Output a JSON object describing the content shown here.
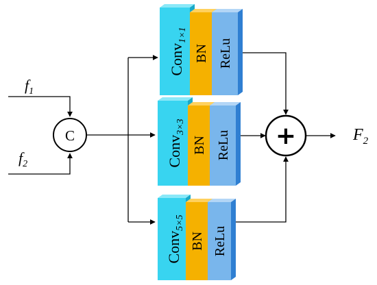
{
  "inputs": {
    "f1": {
      "base": "f",
      "sub": "1"
    },
    "f2": {
      "base": "f",
      "sub": "2"
    }
  },
  "concat_label": "C",
  "plus_symbol": "+",
  "output": {
    "base": "F",
    "sub": "2"
  },
  "branches": [
    {
      "conv_base": "Conv",
      "conv_sub": "1×1",
      "bn": "BN",
      "relu": "ReLu"
    },
    {
      "conv_base": "Conv",
      "conv_sub": "3×3",
      "bn": "BN",
      "relu": "ReLu"
    },
    {
      "conv_base": "Conv",
      "conv_sub": "5×5",
      "bn": "BN",
      "relu": "ReLu"
    }
  ],
  "colors": {
    "conv": "#38d4f0",
    "conv_side": "#1aa9c8",
    "bn": "#f5b100",
    "bn_side": "#c88400",
    "relu": "#79b6ec",
    "relu_side": "#2f7fd2",
    "line": "#000000"
  }
}
